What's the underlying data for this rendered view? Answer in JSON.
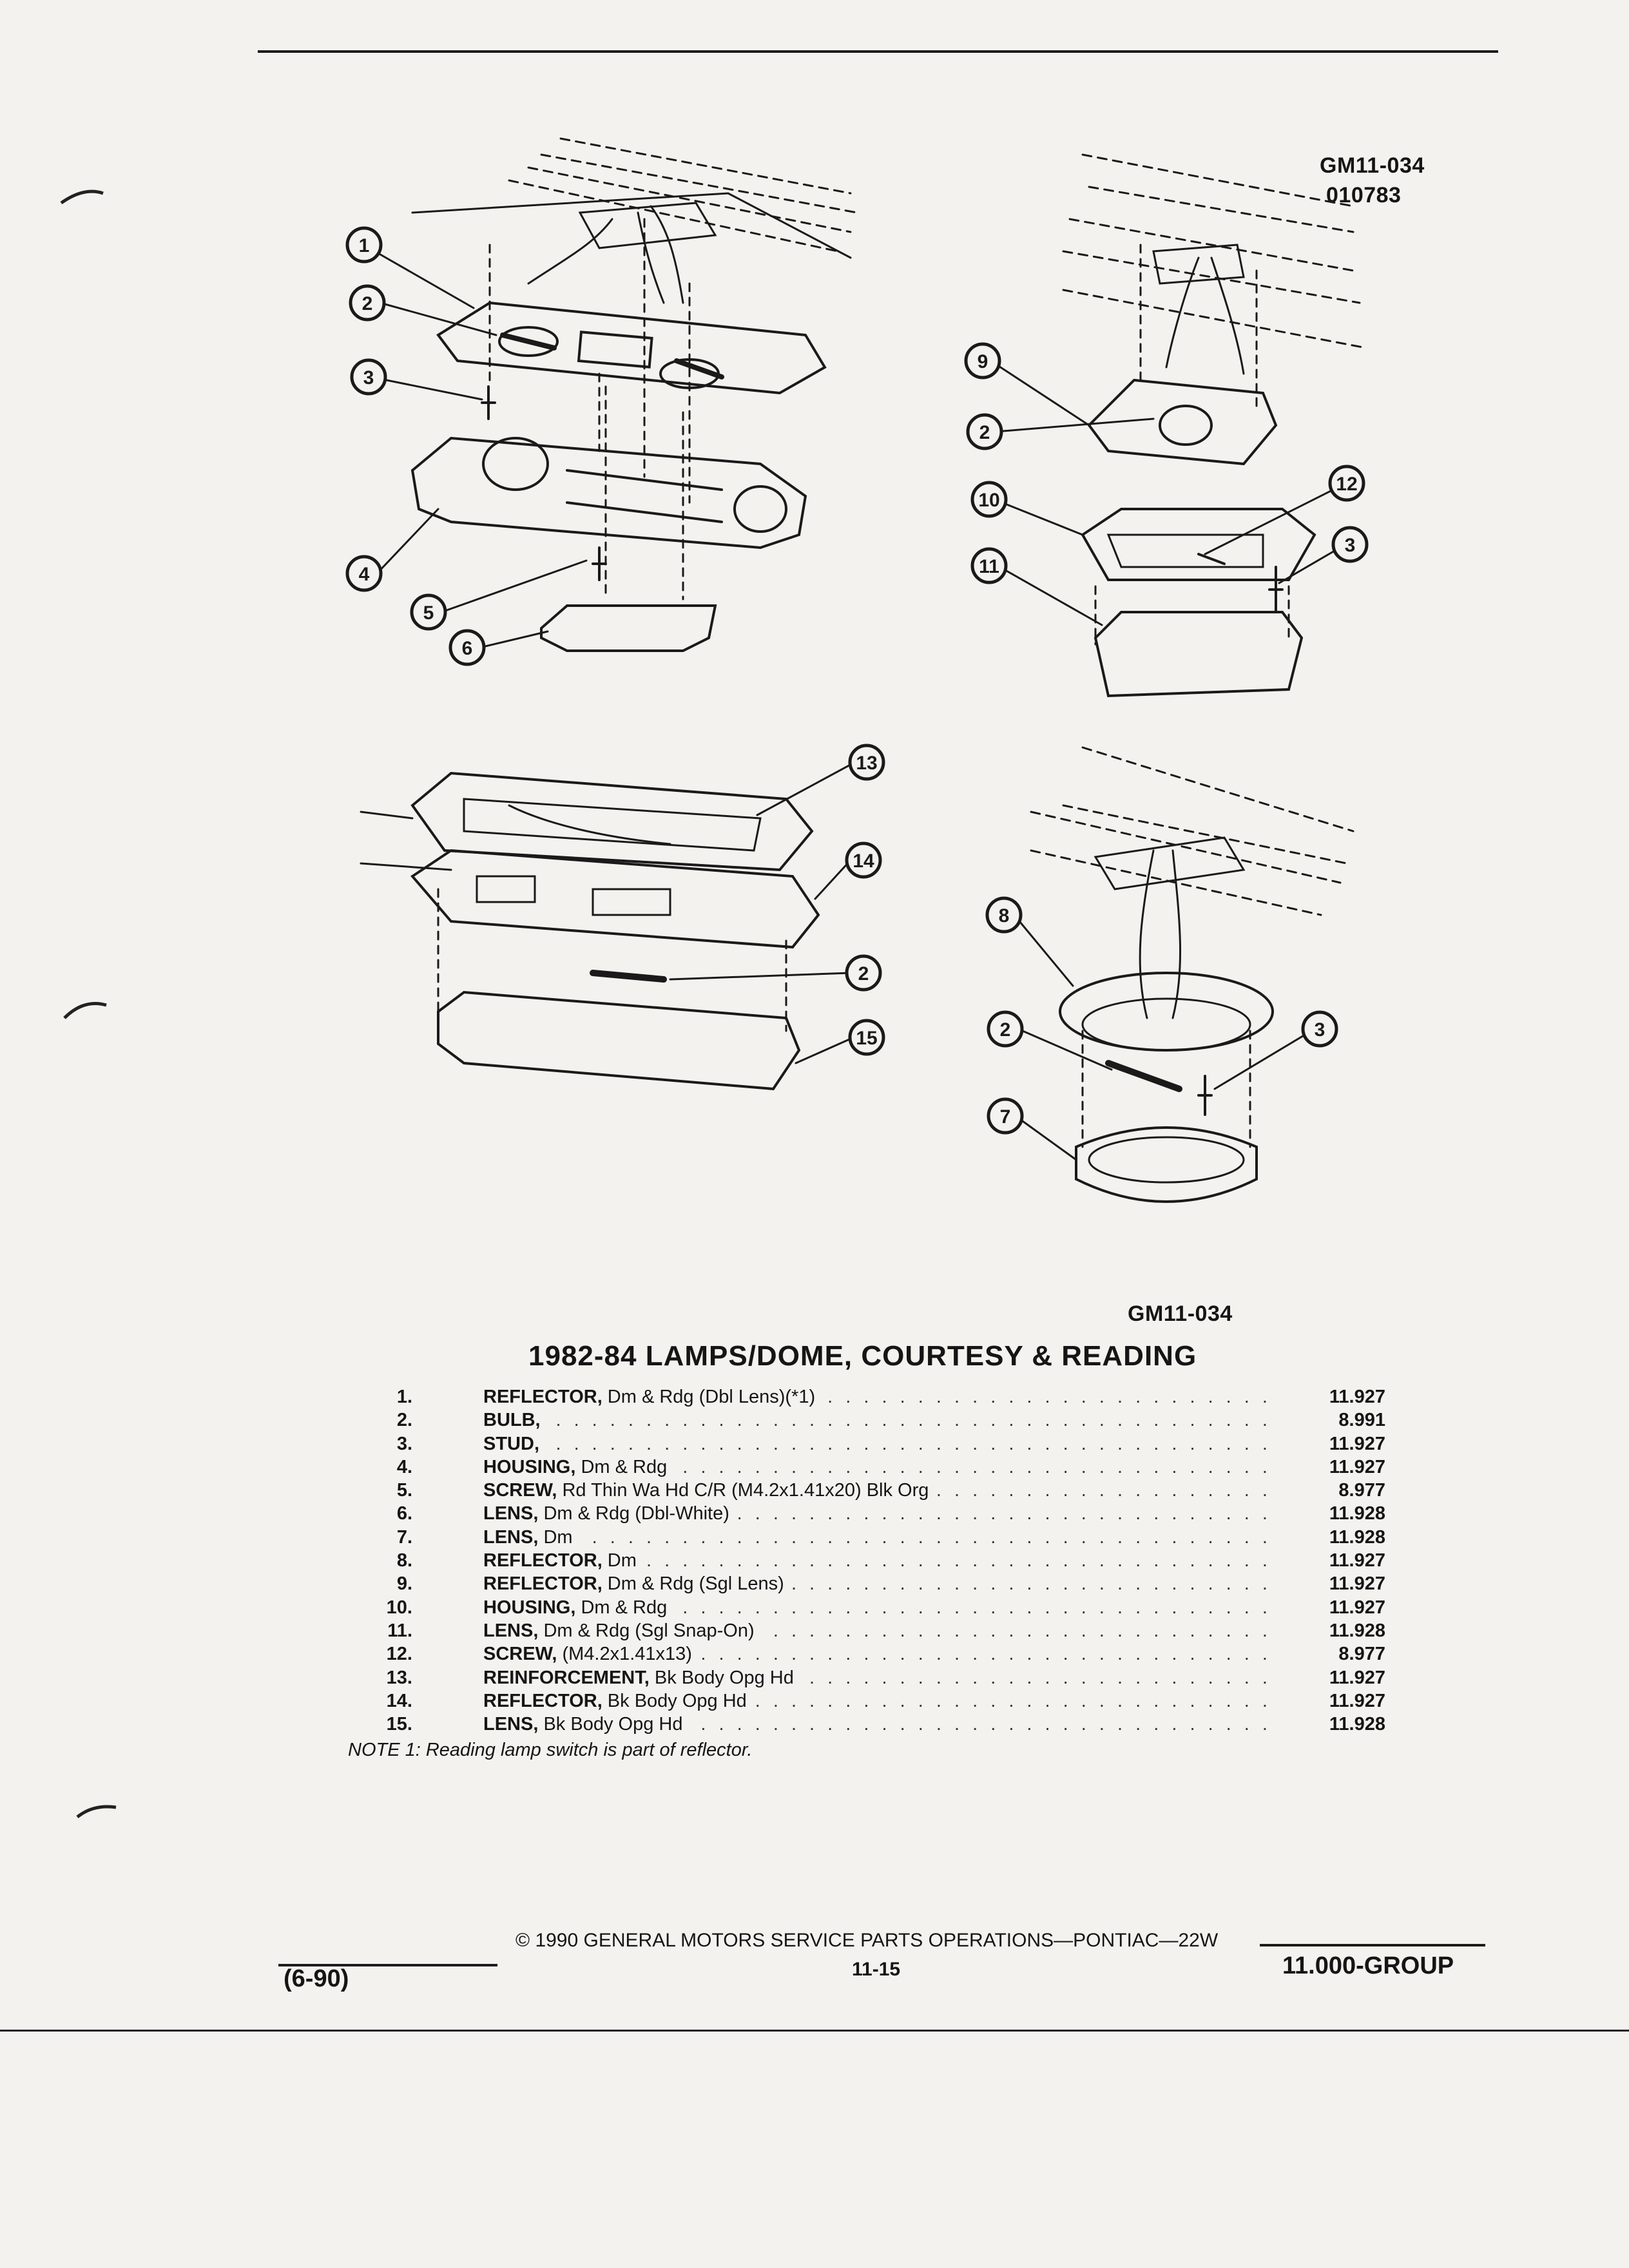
{
  "figure": {
    "code_top": "GM11-034",
    "code_top2": "010783",
    "code_bottom": "GM11-034",
    "callouts": [
      "1",
      "2",
      "3",
      "4",
      "5",
      "6",
      "9",
      "2",
      "10",
      "12",
      "11",
      "3",
      "13",
      "14",
      "2",
      "15",
      "8",
      "2",
      "3",
      "7"
    ]
  },
  "title": "1982-84 LAMPS/DOME, COURTESY & READING",
  "parts": [
    {
      "num": "1.",
      "name": "REFLECTOR,",
      "desc": " Dm & Rdg (Dbl Lens)(*1)",
      "group": "11.927"
    },
    {
      "num": "2.",
      "name": "BULB,",
      "desc": "",
      "group": "8.991"
    },
    {
      "num": "3.",
      "name": "STUD,",
      "desc": "",
      "group": "11.927"
    },
    {
      "num": "4.",
      "name": "HOUSING,",
      "desc": " Dm & Rdg",
      "group": "11.927"
    },
    {
      "num": "5.",
      "name": "SCREW,",
      "desc": " Rd Thin Wa Hd C/R (M4.2x1.41x20) Blk Org",
      "group": "8.977"
    },
    {
      "num": "6.",
      "name": "LENS,",
      "desc": " Dm & Rdg (Dbl-White)",
      "group": "11.928"
    },
    {
      "num": "7.",
      "name": "LENS,",
      "desc": " Dm",
      "group": "11.928"
    },
    {
      "num": "8.",
      "name": "REFLECTOR,",
      "desc": " Dm",
      "group": "11.927"
    },
    {
      "num": "9.",
      "name": "REFLECTOR,",
      "desc": " Dm & Rdg (Sgl Lens)",
      "group": "11.927"
    },
    {
      "num": "10.",
      "name": "HOUSING,",
      "desc": " Dm & Rdg",
      "group": "11.927"
    },
    {
      "num": "11.",
      "name": "LENS,",
      "desc": " Dm & Rdg (Sgl Snap-On)",
      "group": "11.928"
    },
    {
      "num": "12.",
      "name": "SCREW,",
      "desc": " (M4.2x1.41x13)",
      "group": "8.977"
    },
    {
      "num": "13.",
      "name": "REINFORCEMENT,",
      "desc": " Bk Body Opg Hd",
      "group": "11.927"
    },
    {
      "num": "14.",
      "name": "REFLECTOR,",
      "desc": " Bk Body Opg Hd",
      "group": "11.927"
    },
    {
      "num": "15.",
      "name": "LENS,",
      "desc": " Bk Body Opg Hd",
      "group": "11.928"
    }
  ],
  "note": "NOTE 1: Reading lamp switch is part of reflector.",
  "footer": {
    "copyright": "©  1990  GENERAL MOTORS SERVICE PARTS OPERATIONS—PONTIAC—22W",
    "page": "11-15",
    "date": "(6-90)",
    "group": "11.000-GROUP"
  }
}
